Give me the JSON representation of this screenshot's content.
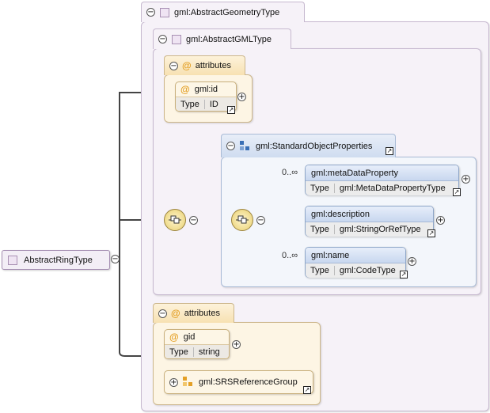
{
  "root": {
    "label": "AbstractRingType"
  },
  "abstract_geometry_type": {
    "label": "gml:AbstractGeometryType"
  },
  "abstract_gml_type": {
    "label": "gml:AbstractGMLType"
  },
  "attributes_top": {
    "label": "attributes",
    "gml_id": {
      "name": "gml:id",
      "type_label": "Type",
      "type_value": "ID"
    }
  },
  "standard_object_properties": {
    "label": "gml:StandardObjectProperties",
    "elements": [
      {
        "name": "gml:metaDataProperty",
        "type_label": "Type",
        "type_value": "gml:MetaDataPropertyType",
        "occurrence": "0..∞"
      },
      {
        "name": "gml:description",
        "type_label": "Type",
        "type_value": "gml:StringOrRefType",
        "occurrence": ""
      },
      {
        "name": "gml:name",
        "type_label": "Type",
        "type_value": "gml:CodeType",
        "occurrence": "0..∞"
      }
    ]
  },
  "attributes_bottom": {
    "label": "attributes",
    "gid": {
      "name": "gid",
      "type_label": "Type",
      "type_value": "string"
    },
    "srs_group": {
      "name": "gml:SRSReferenceGroup"
    }
  },
  "symbols": {
    "collapse": "−",
    "expand": "+",
    "at": "@",
    "link": "↗"
  }
}
